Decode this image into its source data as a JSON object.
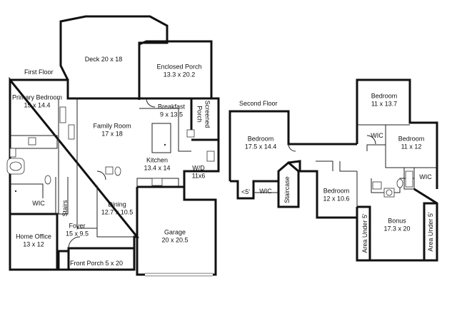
{
  "floors": [
    {
      "name": "First Floor"
    },
    {
      "name": "Second Floor"
    }
  ],
  "rooms": [
    {
      "id": "deck",
      "lines": [
        "Deck 20 x 18"
      ]
    },
    {
      "id": "enclosed-porch",
      "lines": [
        "Enclosed Porch",
        "13.3 x 20.2"
      ]
    },
    {
      "id": "primary-bedroom",
      "lines": [
        "Primary Bedroom",
        "15 x 14.4"
      ]
    },
    {
      "id": "breakfast",
      "lines": [
        "Breakfast",
        "9 x 13.5"
      ]
    },
    {
      "id": "screened-porch",
      "lines": [
        "Screened",
        "Porch"
      ]
    },
    {
      "id": "family-room",
      "lines": [
        "Family Room",
        "17 x 18"
      ]
    },
    {
      "id": "kitchen",
      "lines": [
        "Kitchen",
        "13.4 x 14"
      ]
    },
    {
      "id": "wd",
      "lines": [
        "W/D",
        "11x6"
      ]
    },
    {
      "id": "wic-first",
      "lines": [
        "WIC"
      ]
    },
    {
      "id": "stairs",
      "lines": [
        "Stairs"
      ]
    },
    {
      "id": "dining",
      "lines": [
        "Dining",
        "12.7 x 10.5"
      ]
    },
    {
      "id": "garage",
      "lines": [
        "Garage",
        "20 x 20.5"
      ]
    },
    {
      "id": "home-office",
      "lines": [
        "Home Office",
        "13 x 12"
      ]
    },
    {
      "id": "foyer",
      "lines": [
        "Foyer",
        "15 x 9.5"
      ]
    },
    {
      "id": "front-porch",
      "lines": [
        "Front Porch 5 x 20"
      ]
    },
    {
      "id": "bedroom-a",
      "lines": [
        "Bedroom",
        "11 x 13.7"
      ]
    },
    {
      "id": "wic-a",
      "lines": [
        "WIC"
      ]
    },
    {
      "id": "bedroom-b",
      "lines": [
        "Bedroom",
        "11 x 12"
      ]
    },
    {
      "id": "bedroom-c",
      "lines": [
        "Bedroom",
        "17.5 x 14.4"
      ]
    },
    {
      "id": "wic-b",
      "lines": [
        "WIC"
      ]
    },
    {
      "id": "lt5",
      "lines": [
        "<5'"
      ]
    },
    {
      "id": "wic-c",
      "lines": [
        "WIC"
      ]
    },
    {
      "id": "staircase",
      "lines": [
        "Staircase"
      ]
    },
    {
      "id": "bedroom-d",
      "lines": [
        "Bedroom",
        "12 x 10.6"
      ]
    },
    {
      "id": "bonus",
      "lines": [
        "Bonus",
        "17.3 x 20"
      ]
    },
    {
      "id": "area-left",
      "lines": [
        "Area Under 5'"
      ]
    },
    {
      "id": "area-right",
      "lines": [
        "Area Under 5'"
      ]
    }
  ]
}
